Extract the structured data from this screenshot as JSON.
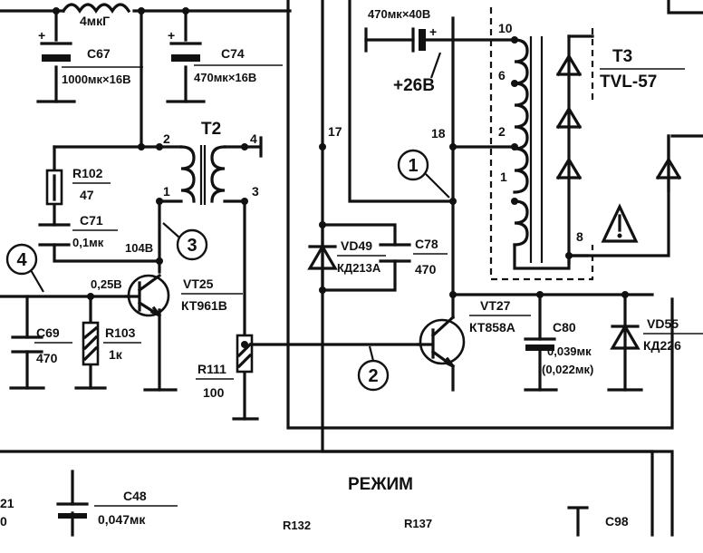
{
  "labels": {
    "l4mkg": "4мкГ",
    "c67": "C67",
    "c67v": "1000мк×16В",
    "c74": "C74",
    "c74v": "470мк×16В",
    "top470": "470мк×40В",
    "plus26": "+26В",
    "t3": "Т3",
    "tvl": "TVL-57",
    "t2": "Т2",
    "pin2": "2",
    "pin1": "1",
    "pin4": "4",
    "pin3": "3",
    "r102": "R102",
    "r102v": "47",
    "c71": "C71",
    "c71v": "0,1мк",
    "v104": "104В",
    "v025": "0,25В",
    "vt25": "VT25",
    "vt25t": "КТ961В",
    "c69": "C69",
    "c69v": "470",
    "r103": "R103",
    "r103v": "1к",
    "r111": "R111",
    "r111v": "100",
    "n17": "17",
    "n18": "18",
    "t3p10": "10",
    "t3p6": "6",
    "t3p2": "2",
    "t3p1": "1",
    "t3p8": "8",
    "vd49": "VD49",
    "vd49t": "КД213А",
    "c78": "C78",
    "c78v": "470",
    "vt27": "VT27",
    "vt27t": "КТ858А",
    "c80": "C80",
    "c80v1": "0,039мк",
    "c80v2": "(0,022мк)",
    "vd55": "VD55",
    "vd55t": "КД226",
    "mode": "РЕЖИМ",
    "c48": "C48",
    "c48v": "0,047мк",
    "r132": "R132",
    "r137": "R137",
    "c98": "C98",
    "cut21": "21",
    "cut0": "0",
    "plus": "+"
  },
  "callouts": {
    "c1": "1",
    "c2": "2",
    "c3": "3",
    "c4": "4"
  }
}
